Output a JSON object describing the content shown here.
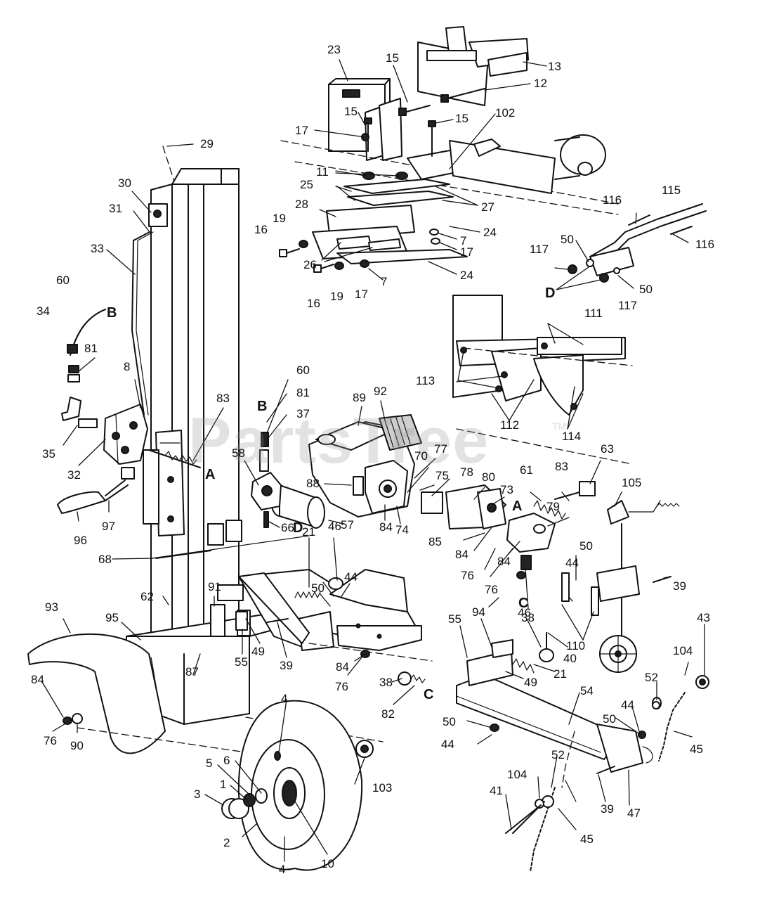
{
  "watermark": {
    "text": "PartsTree",
    "tm": "TM"
  },
  "callouts": [
    {
      "id": "c-13",
      "label": "13"
    },
    {
      "id": "c-23",
      "label": "23"
    },
    {
      "id": "c-15a",
      "label": "15"
    },
    {
      "id": "c-12",
      "label": "12"
    },
    {
      "id": "c-15b",
      "label": "15"
    },
    {
      "id": "c-15c",
      "label": "15"
    },
    {
      "id": "c-102",
      "label": "102"
    },
    {
      "id": "c-17a",
      "label": "17"
    },
    {
      "id": "c-29",
      "label": "29"
    },
    {
      "id": "c-11",
      "label": "11"
    },
    {
      "id": "c-25",
      "label": "25"
    },
    {
      "id": "c-27",
      "label": "27"
    },
    {
      "id": "c-30",
      "label": "30"
    },
    {
      "id": "c-28",
      "label": "28"
    },
    {
      "id": "c-31",
      "label": "31"
    },
    {
      "id": "c-19a",
      "label": "19"
    },
    {
      "id": "c-24a",
      "label": "24"
    },
    {
      "id": "c-7a",
      "label": "7"
    },
    {
      "id": "c-16a",
      "label": "16"
    },
    {
      "id": "c-17b",
      "label": "17"
    },
    {
      "id": "c-33",
      "label": "33"
    },
    {
      "id": "c-26",
      "label": "26"
    },
    {
      "id": "c-7b",
      "label": "7"
    },
    {
      "id": "c-24b",
      "label": "24"
    },
    {
      "id": "c-60a",
      "label": "60"
    },
    {
      "id": "c-16b",
      "label": "16"
    },
    {
      "id": "c-19b",
      "label": "19"
    },
    {
      "id": "c-17c",
      "label": "17"
    },
    {
      "id": "c-115",
      "label": "115"
    },
    {
      "id": "c-116a",
      "label": "116"
    },
    {
      "id": "c-116b",
      "label": "116"
    },
    {
      "id": "c-117a",
      "label": "117"
    },
    {
      "id": "c-50a",
      "label": "50"
    },
    {
      "id": "c-50b",
      "label": "50"
    },
    {
      "id": "c-117b",
      "label": "117"
    },
    {
      "id": "c-34",
      "label": "34"
    },
    {
      "id": "c-81a",
      "label": "81"
    },
    {
      "id": "c-8",
      "label": "8"
    },
    {
      "id": "c-111",
      "label": "111"
    },
    {
      "id": "c-60b",
      "label": "60"
    },
    {
      "id": "c-113",
      "label": "113"
    },
    {
      "id": "c-81b",
      "label": "81"
    },
    {
      "id": "c-83a",
      "label": "83"
    },
    {
      "id": "c-89",
      "label": "89"
    },
    {
      "id": "c-92",
      "label": "92"
    },
    {
      "id": "c-37",
      "label": "37"
    },
    {
      "id": "c-35",
      "label": "35"
    },
    {
      "id": "c-112",
      "label": "112"
    },
    {
      "id": "c-114",
      "label": "114"
    },
    {
      "id": "c-32",
      "label": "32"
    },
    {
      "id": "c-58",
      "label": "58"
    },
    {
      "id": "c-63",
      "label": "63"
    },
    {
      "id": "c-77",
      "label": "77"
    },
    {
      "id": "c-70",
      "label": "70"
    },
    {
      "id": "c-78",
      "label": "78"
    },
    {
      "id": "c-80",
      "label": "80"
    },
    {
      "id": "c-75",
      "label": "75"
    },
    {
      "id": "c-61",
      "label": "61"
    },
    {
      "id": "c-83b",
      "label": "83"
    },
    {
      "id": "c-105",
      "label": "105"
    },
    {
      "id": "c-88",
      "label": "88"
    },
    {
      "id": "c-73",
      "label": "73"
    },
    {
      "id": "c-97",
      "label": "97"
    },
    {
      "id": "c-66",
      "label": "66"
    },
    {
      "id": "c-57",
      "label": "57"
    },
    {
      "id": "c-84a",
      "label": "84"
    },
    {
      "id": "c-74",
      "label": "74"
    },
    {
      "id": "c-79",
      "label": "79"
    },
    {
      "id": "c-96",
      "label": "96"
    },
    {
      "id": "c-21a",
      "label": "21"
    },
    {
      "id": "c-46a",
      "label": "46"
    },
    {
      "id": "c-85",
      "label": "85"
    },
    {
      "id": "c-84b",
      "label": "84"
    },
    {
      "id": "c-50c",
      "label": "50"
    },
    {
      "id": "c-68",
      "label": "68"
    },
    {
      "id": "c-76a",
      "label": "76"
    },
    {
      "id": "c-84c",
      "label": "84"
    },
    {
      "id": "c-44a",
      "label": "44"
    },
    {
      "id": "c-39a",
      "label": "39"
    },
    {
      "id": "c-91",
      "label": "91"
    },
    {
      "id": "c-76b",
      "label": "76"
    },
    {
      "id": "c-38a",
      "label": "38"
    },
    {
      "id": "c-62",
      "label": "62"
    },
    {
      "id": "c-50d",
      "label": "50"
    },
    {
      "id": "c-44b",
      "label": "44"
    },
    {
      "id": "c-93",
      "label": "93"
    },
    {
      "id": "c-110",
      "label": "110"
    },
    {
      "id": "c-43",
      "label": "43"
    },
    {
      "id": "c-95",
      "label": "95"
    },
    {
      "id": "c-55a",
      "label": "55"
    },
    {
      "id": "c-94",
      "label": "94"
    },
    {
      "id": "c-46b",
      "label": "46"
    },
    {
      "id": "c-49a",
      "label": "49"
    },
    {
      "id": "c-55b",
      "label": "55"
    },
    {
      "id": "c-39b",
      "label": "39"
    },
    {
      "id": "c-40",
      "label": "40"
    },
    {
      "id": "c-104a",
      "label": "104"
    },
    {
      "id": "c-84d",
      "label": "84"
    },
    {
      "id": "c-21b",
      "label": "21"
    },
    {
      "id": "c-49b",
      "label": "49"
    },
    {
      "id": "c-52a",
      "label": "52"
    },
    {
      "id": "c-87",
      "label": "87"
    },
    {
      "id": "c-76c",
      "label": "76"
    },
    {
      "id": "c-54",
      "label": "54"
    },
    {
      "id": "c-38b",
      "label": "38"
    },
    {
      "id": "c-84e",
      "label": "84"
    },
    {
      "id": "c-82",
      "label": "82"
    },
    {
      "id": "c-4a",
      "label": "4"
    },
    {
      "id": "c-44c",
      "label": "44"
    },
    {
      "id": "c-50e",
      "label": "50"
    },
    {
      "id": "c-50f",
      "label": "50"
    },
    {
      "id": "c-76d",
      "label": "76"
    },
    {
      "id": "c-90",
      "label": "90"
    },
    {
      "id": "c-44d",
      "label": "44"
    },
    {
      "id": "c-45a",
      "label": "45"
    },
    {
      "id": "c-5",
      "label": "5"
    },
    {
      "id": "c-6",
      "label": "6"
    },
    {
      "id": "c-52b",
      "label": "52"
    },
    {
      "id": "c-103",
      "label": "103"
    },
    {
      "id": "c-1",
      "label": "1"
    },
    {
      "id": "c-3",
      "label": "3"
    },
    {
      "id": "c-104b",
      "label": "104"
    },
    {
      "id": "c-39c",
      "label": "39"
    },
    {
      "id": "c-47",
      "label": "47"
    },
    {
      "id": "c-41",
      "label": "41"
    },
    {
      "id": "c-2",
      "label": "2"
    },
    {
      "id": "c-45b",
      "label": "45"
    },
    {
      "id": "c-10",
      "label": "10"
    },
    {
      "id": "c-4b",
      "label": "4"
    }
  ],
  "connectors": [
    {
      "id": "k-B1",
      "label": "B"
    },
    {
      "id": "k-B2",
      "label": "B"
    },
    {
      "id": "k-A1",
      "label": "A"
    },
    {
      "id": "k-A2",
      "label": "A"
    },
    {
      "id": "k-D1",
      "label": "D"
    },
    {
      "id": "k-D2",
      "label": "D"
    },
    {
      "id": "k-C1",
      "label": "C"
    },
    {
      "id": "k-C2",
      "label": "C"
    }
  ]
}
